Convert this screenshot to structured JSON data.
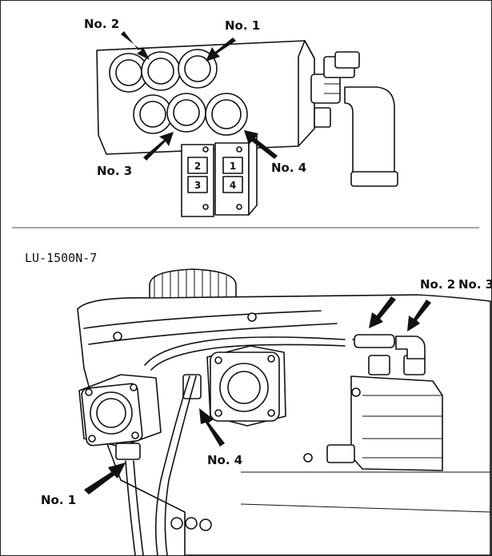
{
  "top_figure": {
    "labels": {
      "no1": "No. 1",
      "no2": "No. 2",
      "no3": "No. 3",
      "no4": "No. 4"
    },
    "block_numbers": [
      "2",
      "3",
      "1",
      "4"
    ]
  },
  "bottom_figure": {
    "model_caption": "LU-1500N-7",
    "labels": {
      "no1": "No. 1",
      "no2": "No. 2",
      "no3": "No. 3",
      "no4": "No. 4"
    }
  },
  "colors": {
    "ink": "#111111",
    "paper": "#ffffff",
    "divider": "#888888"
  }
}
